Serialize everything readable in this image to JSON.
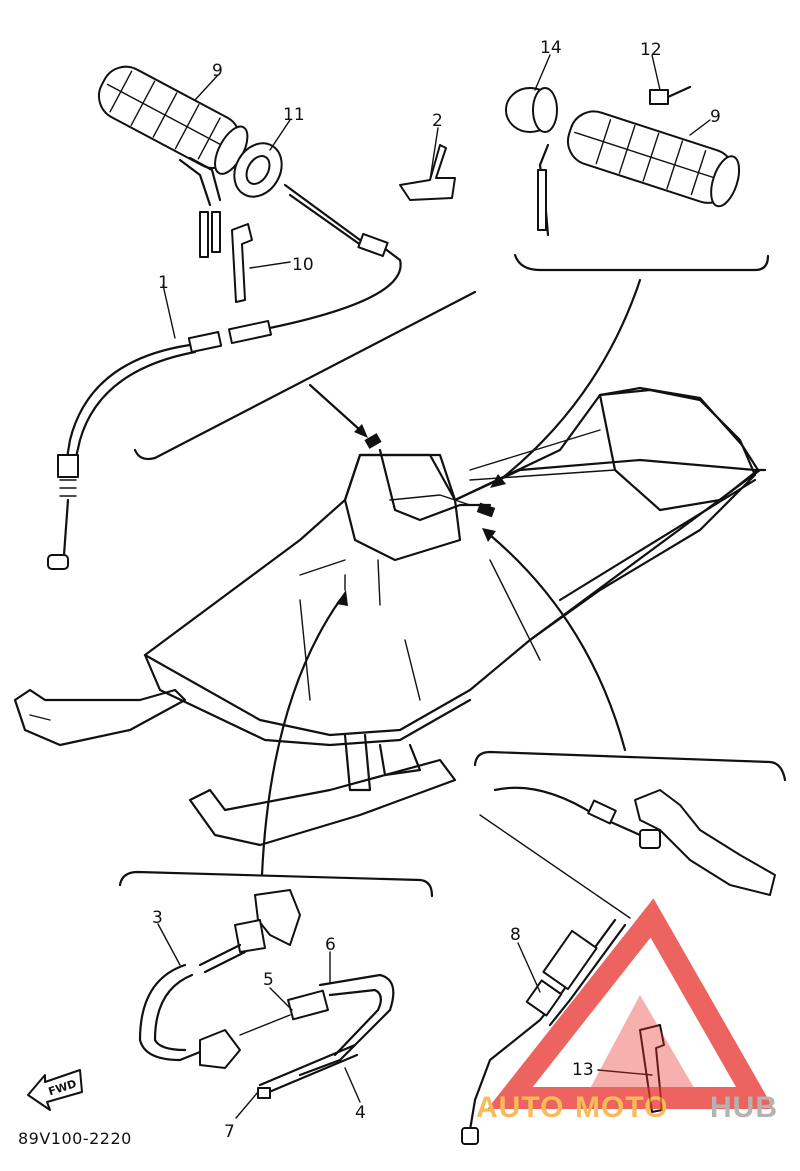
{
  "diagram_code": "89V100-2220",
  "direction_label": "FWD",
  "callouts": {
    "c1": "1",
    "c2": "2",
    "c3": "3",
    "c4": "4",
    "c5": "5",
    "c6": "6",
    "c7": "7",
    "c8": "8",
    "c9a": "9",
    "c9b": "9",
    "c10": "10",
    "c11": "11",
    "c12": "12",
    "c13": "13",
    "c14": "14"
  },
  "watermark": {
    "part1": "AUTO",
    "part2": "MOTO",
    "part3": "HUB"
  },
  "colors": {
    "line": "#111111",
    "watermark_red": "#e8302a",
    "watermark_orange": "#f5a623",
    "watermark_grey": "#9a9a9a"
  }
}
